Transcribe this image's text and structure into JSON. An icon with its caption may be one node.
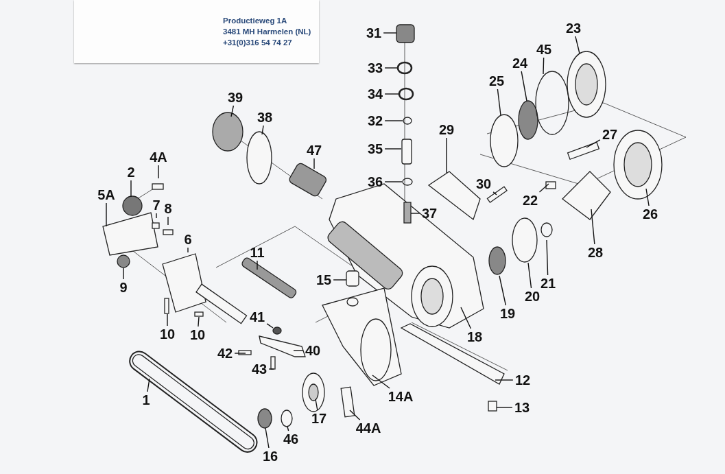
{
  "diagram": {
    "nodes": [
      {
        "text": [
          "31"
        ]
      },
      {
        "text": [
          "33"
        ]
      },
      {
        "text": [
          "34"
        ]
      },
      {
        "text": [
          "32"
        ]
      },
      {
        "text": [
          "35"
        ]
      },
      {
        "text": [
          "36"
        ]
      },
      {
        "text": [
          "37"
        ]
      },
      {
        "text": [
          "29"
        ]
      },
      {
        "text": [
          "30"
        ]
      },
      {
        "text": [
          "23"
        ]
      },
      {
        "text": [
          "45"
        ]
      },
      {
        "text": [
          "24"
        ]
      },
      {
        "text": [
          "25"
        ]
      },
      {
        "text": [
          "27"
        ]
      },
      {
        "text": [
          "22"
        ]
      },
      {
        "text": [
          "26"
        ]
      },
      {
        "text": [
          "28"
        ]
      },
      {
        "text": [
          "21"
        ]
      },
      {
        "text": [
          "20"
        ]
      },
      {
        "text": [
          "19"
        ]
      },
      {
        "text": [
          "18"
        ]
      },
      {
        "text": [
          "12"
        ]
      },
      {
        "text": [
          "13"
        ]
      },
      {
        "text": [
          "14A"
        ]
      },
      {
        "text": [
          "44A"
        ]
      },
      {
        "text": [
          "17"
        ]
      },
      {
        "text": [
          "46"
        ]
      },
      {
        "text": [
          "16"
        ]
      },
      {
        "text": [
          "1"
        ]
      },
      {
        "text": [
          "43"
        ]
      },
      {
        "text": [
          "42"
        ]
      },
      {
        "text": [
          "40"
        ]
      },
      {
        "text": [
          "41"
        ]
      },
      {
        "text": [
          "15"
        ]
      },
      {
        "text": [
          "11"
        ]
      },
      {
        "text": [
          "10"
        ]
      },
      {
        "text": [
          "10"
        ]
      },
      {
        "text": [
          "6"
        ]
      },
      {
        "text": [
          "9"
        ]
      },
      {
        "text": [
          "8"
        ]
      },
      {
        "text": [
          "7"
        ]
      },
      {
        "text": [
          "5A"
        ]
      },
      {
        "text": [
          "2"
        ]
      },
      {
        "text": [
          "4A"
        ]
      },
      {
        "text": [
          "39"
        ]
      },
      {
        "text": [
          "38"
        ]
      },
      {
        "text": [
          "47"
        ]
      }
    ],
    "edges": [
      {
        "from": 0,
        "to": null,
        "arrow": "none"
      },
      {
        "from": 1,
        "to": null,
        "arrow": "none"
      },
      {
        "from": 2,
        "to": null,
        "arrow": "none"
      },
      {
        "from": 3,
        "to": null,
        "arrow": "none"
      },
      {
        "from": 4,
        "to": null,
        "arrow": "none"
      },
      {
        "from": 5,
        "to": null,
        "arrow": "none"
      },
      {
        "from": 6,
        "to": null,
        "arrow": "none"
      },
      {
        "from": 7,
        "to": null,
        "arrow": "none"
      },
      {
        "from": 8,
        "to": null,
        "arrow": "none"
      },
      {
        "from": 9,
        "to": null,
        "arrow": "none"
      },
      {
        "from": 10,
        "to": null,
        "arrow": "none"
      },
      {
        "from": 11,
        "to": null,
        "arrow": "none"
      },
      {
        "from": 12,
        "to": null,
        "arrow": "none"
      },
      {
        "from": 13,
        "to": null,
        "arrow": "none"
      },
      {
        "from": 14,
        "to": null,
        "arrow": "none"
      },
      {
        "from": 15,
        "to": null,
        "arrow": "none"
      },
      {
        "from": 16,
        "to": null,
        "arrow": "none"
      },
      {
        "from": 17,
        "to": null,
        "arrow": "none"
      },
      {
        "from": 18,
        "to": null,
        "arrow": "none"
      },
      {
        "from": 19,
        "to": null,
        "arrow": "none"
      },
      {
        "from": 20,
        "to": null,
        "arrow": "none"
      },
      {
        "from": 21,
        "to": null,
        "arrow": "none"
      },
      {
        "from": 22,
        "to": null,
        "arrow": "none"
      },
      {
        "from": 23,
        "to": null,
        "arrow": "none"
      },
      {
        "from": 24,
        "to": null,
        "arrow": "none"
      },
      {
        "from": 25,
        "to": null,
        "arrow": "none"
      },
      {
        "from": 26,
        "to": null,
        "arrow": "none"
      },
      {
        "from": 27,
        "to": null,
        "arrow": "none"
      },
      {
        "from": 28,
        "to": null,
        "arrow": "none"
      },
      {
        "from": 29,
        "to": null,
        "arrow": "none"
      },
      {
        "from": 30,
        "to": null,
        "arrow": "none"
      },
      {
        "from": 31,
        "to": null,
        "arrow": "none"
      },
      {
        "from": 32,
        "to": null,
        "arrow": "none"
      },
      {
        "from": 33,
        "to": null,
        "arrow": "none"
      },
      {
        "from": 34,
        "to": null,
        "arrow": "none"
      },
      {
        "from": 35,
        "to": null,
        "arrow": "none"
      },
      {
        "from": 36,
        "to": null,
        "arrow": "none"
      },
      {
        "from": 37,
        "to": null,
        "arrow": "none"
      },
      {
        "from": 38,
        "to": null,
        "arrow": "none"
      },
      {
        "from": 39,
        "to": null,
        "arrow": "none"
      },
      {
        "from": 40,
        "to": null,
        "arrow": "none"
      },
      {
        "from": 41,
        "to": null,
        "arrow": "none"
      },
      {
        "from": 42,
        "to": null,
        "arrow": "none"
      },
      {
        "from": 43,
        "to": null,
        "arrow": "none"
      },
      {
        "from": 44,
        "to": null,
        "arrow": "none"
      },
      {
        "from": 45,
        "to": null,
        "arrow": "none"
      },
      {
        "from": 46,
        "to": null,
        "arrow": "none"
      }
    ],
    "labels": [
      "Productieweg 1A",
      "3481 MH Harmelen (NL)",
      "+31(0)316 54 74 27"
    ]
  }
}
